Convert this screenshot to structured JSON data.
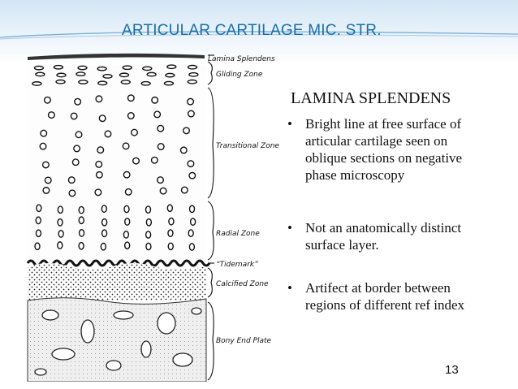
{
  "slide": {
    "title": "ARTICULAR CARTILAGE MIC. STR.",
    "number": "13",
    "colors": {
      "title": "#1a6fa8",
      "header_band": "#d2e6f4",
      "body_text": "#111111"
    }
  },
  "figure": {
    "labels": {
      "lamina_splendens": "Lamina Splendens",
      "gliding_zone": "Gliding Zone",
      "transitional_zone": "Transitional Zone",
      "radial_zone": "Radial Zone",
      "tidemark": "“Tidemark”",
      "calcified_zone": "Calcified Zone",
      "bony_end_plate": "Bony End Plate"
    }
  },
  "content": {
    "heading": "LAMINA SPLENDENS",
    "bullet_symbol": "•",
    "bullets": [
      {
        "lines": [
          "Bright line at free surface of",
          "articular cartilage seen on",
          "oblique sections on negative",
          "phase microscopy"
        ]
      },
      {
        "lines": [
          "Not an anatomically distinct",
          "surface layer."
        ]
      },
      {
        "lines": [
          "Artifect at border between",
          "regions of different ref index"
        ]
      }
    ]
  }
}
